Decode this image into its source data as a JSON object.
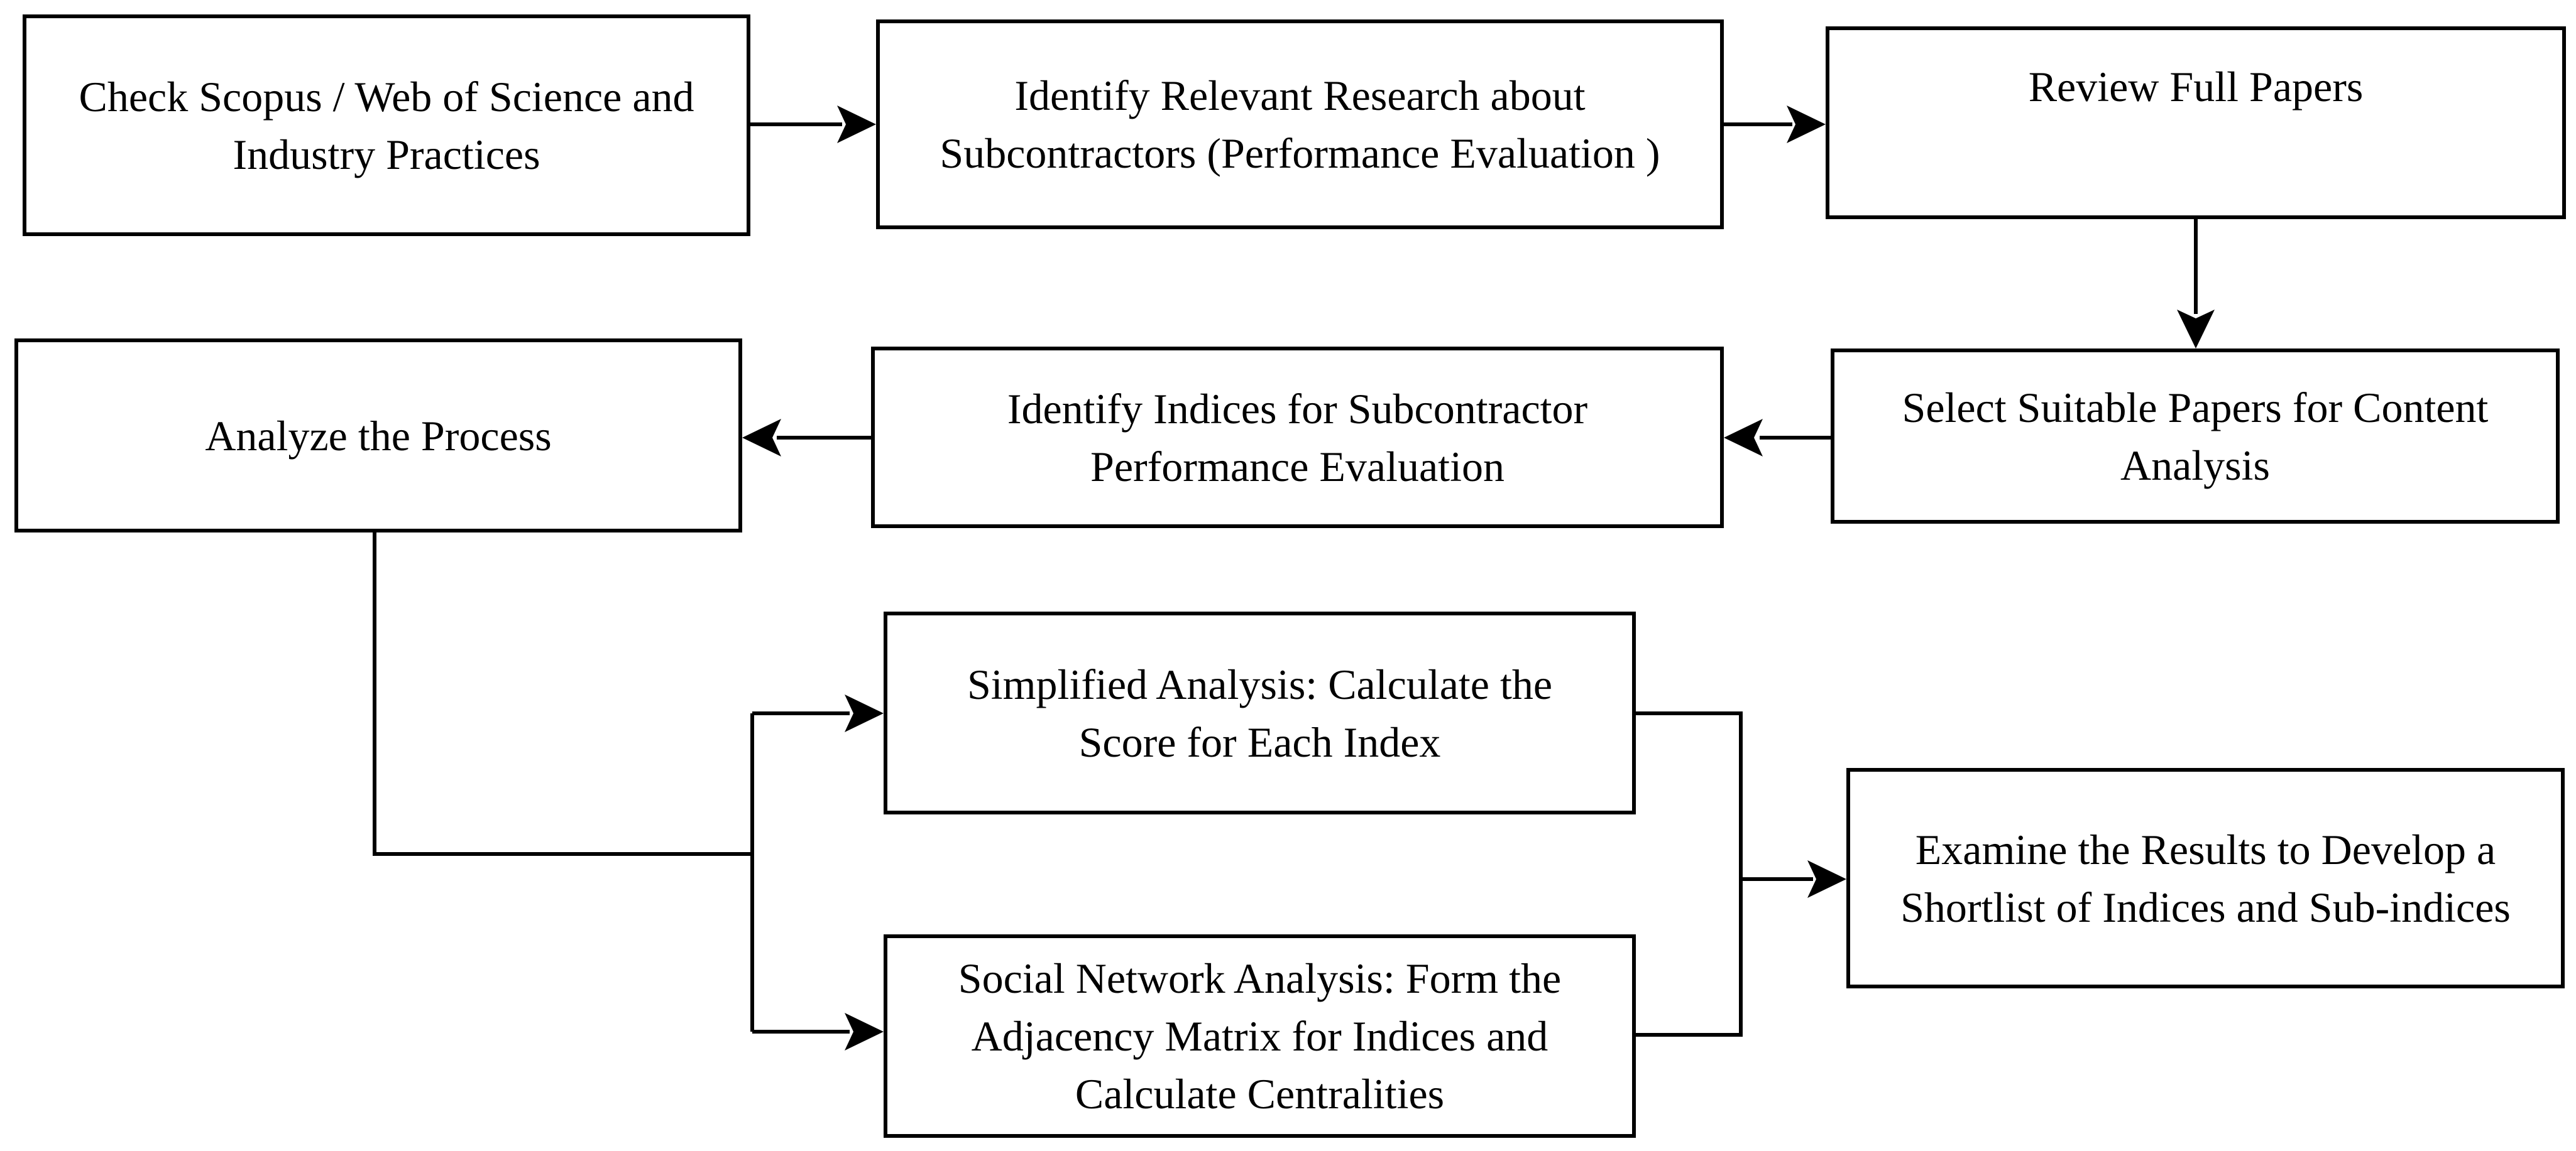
{
  "diagram": {
    "steps": {
      "check_sources": "Check Scopus / Web of Science  and\nIndustry Practices",
      "identify_research": "Identify Relevant Research about\nSubcontractors (Performance Evaluation )",
      "review_papers": "Review Full Papers",
      "select_papers": "Select Suitable Papers for Content\nAnalysis",
      "identify_indices": "Identify Indices for Subcontractor\nPerformance Evaluation",
      "analyze_process": "Analyze the Process",
      "simplified_analysis": "Simplified Analysis: Calculate the\nScore for Each Index",
      "sna_analysis": "Social Network Analysis: Form the\nAdjacency Matrix for Indices and\nCalculate Centralities",
      "examine_results": "Examine the Results to Develop a\nShortlist of Indices and Sub-indices"
    },
    "colors": {
      "stroke": "#000000",
      "background": "#ffffff"
    }
  }
}
